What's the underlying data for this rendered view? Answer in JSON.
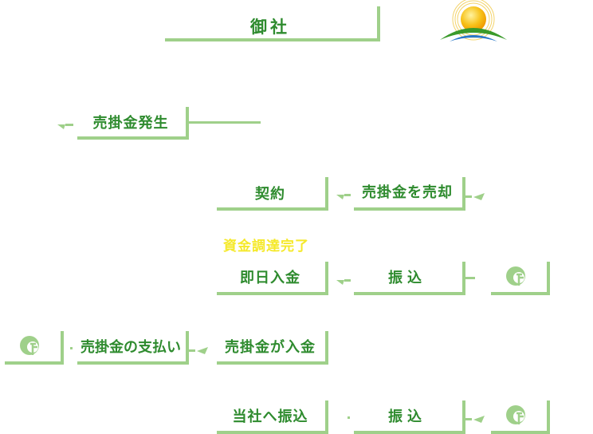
{
  "header": {
    "title": "御社",
    "logo": "sun-horizon-logo-icon"
  },
  "nodes": {
    "occurrence": "売掛金発生",
    "contract": "契約",
    "sell_receivable": "売掛金を売却",
    "funding_complete": "資金調達完了",
    "same_day_deposit": "即日入金",
    "transfer_1": "振込",
    "payment": "売掛金の支払い",
    "receivable_deposit": "売掛金が入金",
    "transfer_to_us": "当社へ振込",
    "transfer_2": "振込"
  },
  "icons": {
    "party_icon": "globe-person-icon",
    "arrow_left": "arrow-left-icon",
    "arrow_right": "arrow-right-icon"
  },
  "colors": {
    "line": "#9fd08a",
    "text": "#2e8b2e",
    "highlight": "#f5e92a"
  }
}
